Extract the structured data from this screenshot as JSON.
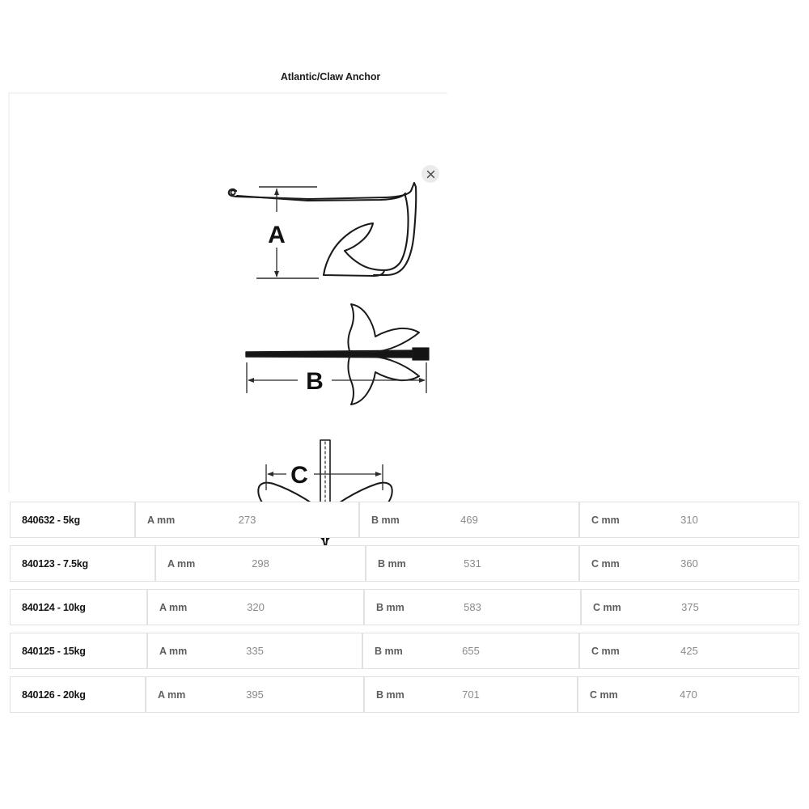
{
  "product": {
    "title": "Atlantic/Claw Anchor",
    "close_label": "×",
    "close_icon": "close-icon"
  },
  "diagrams": [
    {
      "id": "diagram-a",
      "dimension_label": "A",
      "view": "side-view",
      "orientation": "vertical"
    },
    {
      "id": "diagram-b",
      "dimension_label": "B",
      "view": "top-view",
      "orientation": "horizontal"
    },
    {
      "id": "diagram-c",
      "dimension_label": "C",
      "view": "front-view",
      "orientation": "horizontal"
    }
  ],
  "spec_table": {
    "rows": [
      {
        "sku": "840632 - 5kg",
        "a_label": "A mm",
        "a_value": "273",
        "b_label": "B mm",
        "b_value": "469",
        "c_label": "C mm",
        "c_value": "310"
      },
      {
        "sku": "840123 - 7.5kg",
        "a_label": "A mm",
        "a_value": "298",
        "b_label": "B mm",
        "b_value": "531",
        "c_label": "C mm",
        "c_value": "360"
      },
      {
        "sku": "840124 - 10kg",
        "a_label": "A mm",
        "a_value": "320",
        "b_label": "B mm",
        "b_value": "583",
        "c_label": "C mm",
        "c_value": "375"
      },
      {
        "sku": "840125 - 15kg",
        "a_label": "A mm",
        "a_value": "335",
        "b_label": "B mm",
        "b_value": "655",
        "c_label": "C mm",
        "c_value": "425"
      },
      {
        "sku": "840126 - 20kg",
        "a_label": "A mm",
        "a_value": "395",
        "b_label": "B mm",
        "b_value": "701",
        "c_label": "C mm",
        "c_value": "470"
      }
    ]
  },
  "colors": {
    "border": "#e1e1e1",
    "sku_text": "#141414",
    "dim_label_text": "#5d5d5d",
    "dim_value_text": "#8a8a8a",
    "title_text": "#1b1b1b",
    "close_bg": "#ebebeb"
  }
}
